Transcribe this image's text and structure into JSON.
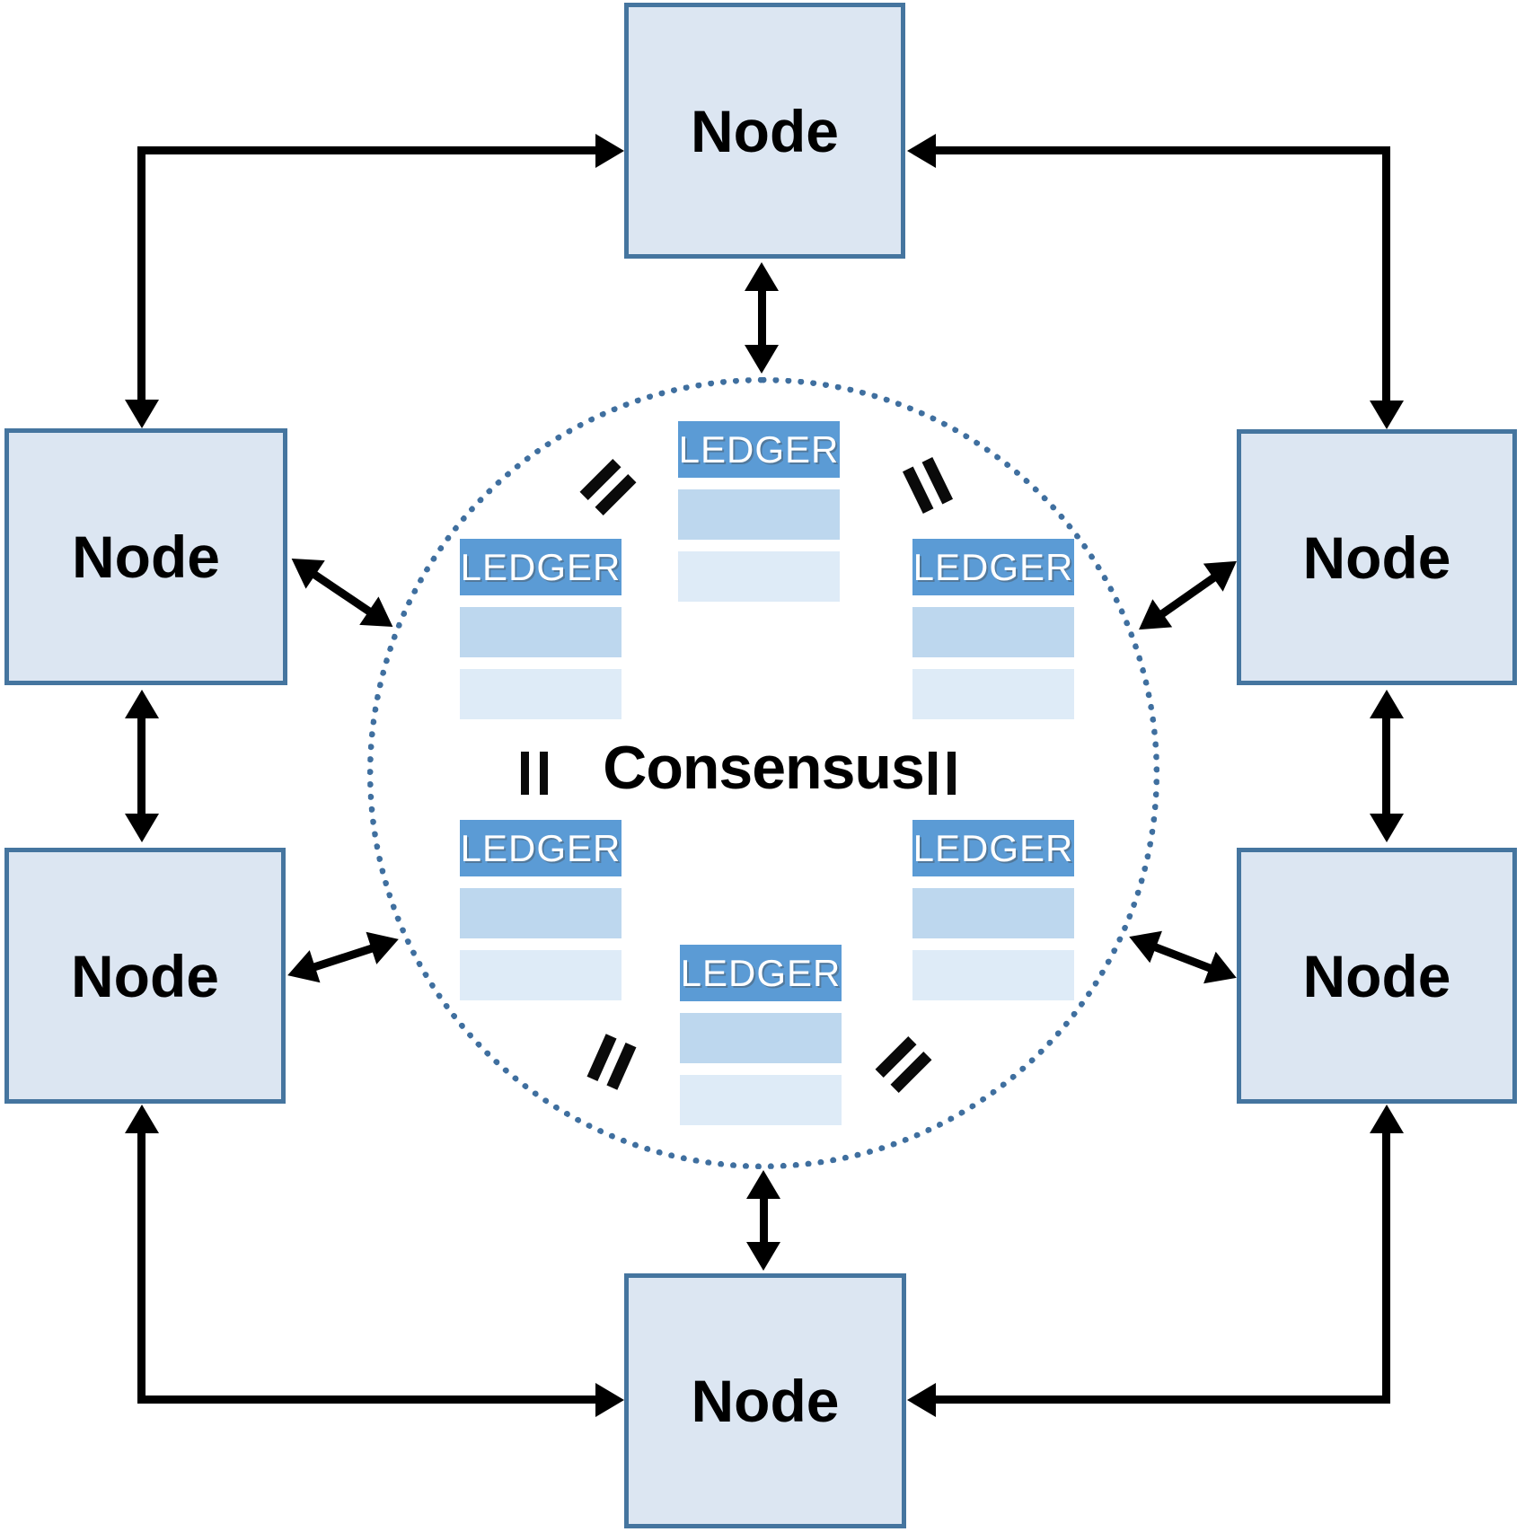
{
  "diagram": {
    "center_label": "Consensus",
    "nodes": [
      {
        "id": "top",
        "label": "Node"
      },
      {
        "id": "upper-left",
        "label": "Node"
      },
      {
        "id": "upper-right",
        "label": "Node"
      },
      {
        "id": "lower-left",
        "label": "Node"
      },
      {
        "id": "lower-right",
        "label": "Node"
      },
      {
        "id": "bottom",
        "label": "Node"
      }
    ],
    "ledgers": [
      {
        "id": "top-center",
        "label": "LEDGER"
      },
      {
        "id": "mid-left",
        "label": "LEDGER"
      },
      {
        "id": "mid-right",
        "label": "LEDGER"
      },
      {
        "id": "lower-left",
        "label": "LEDGER"
      },
      {
        "id": "lower-right",
        "label": "LEDGER"
      },
      {
        "id": "bottom-center",
        "label": "LEDGER"
      }
    ],
    "colors": {
      "node_fill": "#dce6f2",
      "node_border": "#45759f",
      "ledger_header": "#5b9bd5",
      "ledger_row_medium": "#bdd7ee",
      "ledger_row_light": "#deebf7",
      "consensus_ring": "#3f6f9f",
      "arrow": "#000000",
      "background": "#ffffff"
    }
  }
}
